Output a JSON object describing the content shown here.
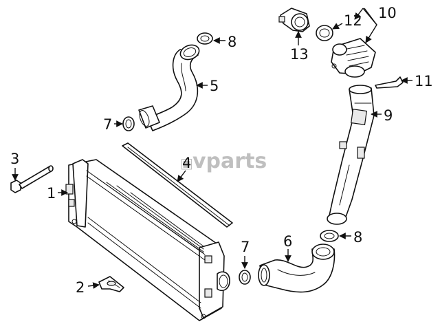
{
  "watermark": {
    "text": "vparts",
    "logo_glyph": "▣"
  },
  "callouts": {
    "c1": "1",
    "c2": "2",
    "c3": "3",
    "c4": "4",
    "c5": "5",
    "c6": "6",
    "c7a": "7",
    "c7b": "7",
    "c8a": "8",
    "c8b": "8",
    "c9": "9",
    "c10": "10",
    "c11": "11",
    "c12": "12",
    "c13": "13"
  },
  "colors": {
    "line": "#111111",
    "watermark": "#8a8a8a",
    "background": "#ffffff"
  }
}
